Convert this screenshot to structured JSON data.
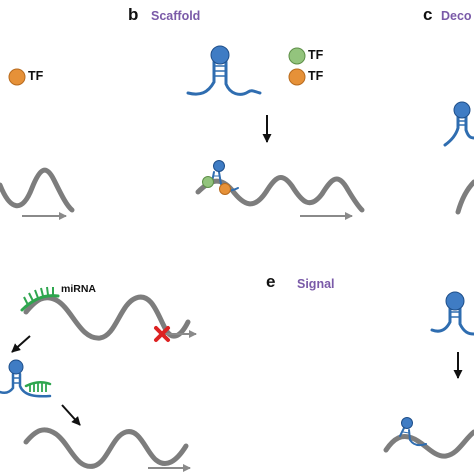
{
  "panels": {
    "b": {
      "letter": "b",
      "title": "Scaffold"
    },
    "c": {
      "letter": "c",
      "title": "Deco"
    },
    "e": {
      "letter": "e",
      "title": "Signal"
    }
  },
  "labels": {
    "tf_a": "TF",
    "tf_b1": "TF",
    "tf_b2": "TF",
    "mirna": "miRNA"
  },
  "colors": {
    "dna": "#7d7d7d",
    "lncrna": "#2f6db0",
    "loop": "#3f7cc4",
    "tf_green": "#93c47d",
    "tf_orange": "#e69138",
    "mirna": "#2ea64e",
    "block": "#dd2222",
    "title": "#7a5aa8"
  }
}
